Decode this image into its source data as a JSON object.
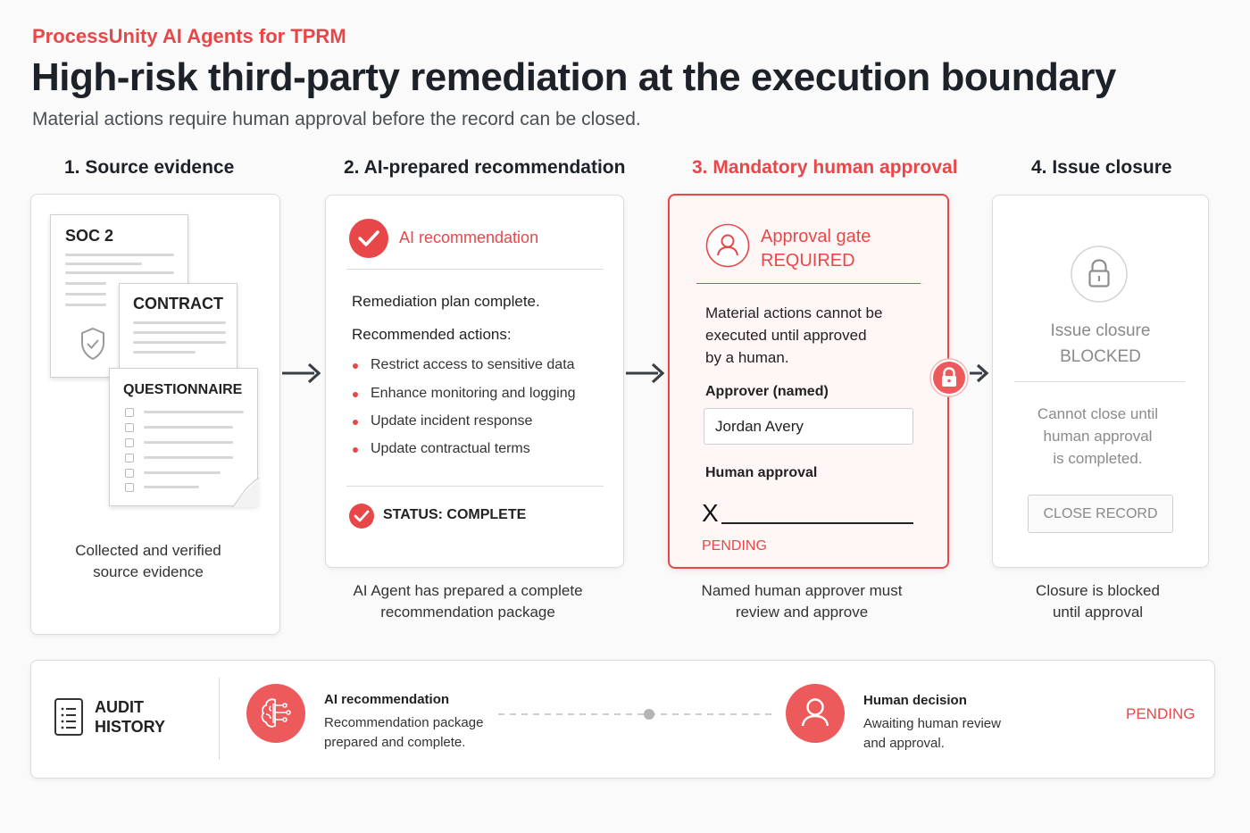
{
  "header": {
    "eyebrow": "ProcessUnity AI Agents for TPRM",
    "title": "High-risk third-party remediation at the execution boundary",
    "subtitle": "Material actions require human approval before the record can be closed."
  },
  "steps": [
    {
      "heading": "1. Source evidence",
      "caption_line1": "Collected and verified",
      "caption_line2": "source evidence"
    },
    {
      "heading": "2. AI-prepared recommendation",
      "caption_line1": "AI Agent has prepared a complete",
      "caption_line2": "recommendation package"
    },
    {
      "heading": "3. Mandatory human approval",
      "caption_line1": "Named human approver must",
      "caption_line2": "review and approve"
    },
    {
      "heading": "4. Issue closure",
      "caption_line1": "Closure is blocked",
      "caption_line2": "until approval"
    }
  ],
  "evidence": {
    "docs": [
      "SOC 2",
      "CONTRACT",
      "QUESTIONNAIRE"
    ],
    "note_line1": "Collected and verified",
    "note_line2": "source evidence"
  },
  "recommendation": {
    "title": "AI recommendation",
    "intro": "Remediation plan complete.",
    "actions_label": "Recommended actions:",
    "actions": [
      "Restrict access to sensitive data",
      "Enhance monitoring and logging",
      "Update incident response",
      "Update contractual terms"
    ],
    "status": "STATUS: COMPLETE"
  },
  "approval": {
    "title_line1": "Approval gate",
    "title_line2": "REQUIRED",
    "desc_line1": "Material actions cannot be",
    "desc_line2": "executed until approved",
    "desc_line3": "by a human.",
    "approver_label": "Approver (named)",
    "approver_value": "Jordan Avery",
    "signature_label": "Human approval",
    "signature_mark": "X",
    "state": "PENDING"
  },
  "closure": {
    "title_line1": "Issue closure",
    "title_line2": "BLOCKED",
    "desc_line1": "Cannot close until",
    "desc_line2": "human approval",
    "desc_line3": "is completed.",
    "button": "CLOSE RECORD"
  },
  "audit": {
    "label_line1": "AUDIT",
    "label_line2": "HISTORY",
    "ai_title": "AI recommendation",
    "ai_desc_line1": "Recommendation package",
    "ai_desc_line2": "prepared and complete.",
    "human_title": "Human decision",
    "human_desc_line1": "Awaiting human review",
    "human_desc_line2": "and approval.",
    "state": "PENDING"
  },
  "colors": {
    "accent": "#e8474a",
    "text": "#1d2229",
    "muted": "#8a8a8a"
  }
}
